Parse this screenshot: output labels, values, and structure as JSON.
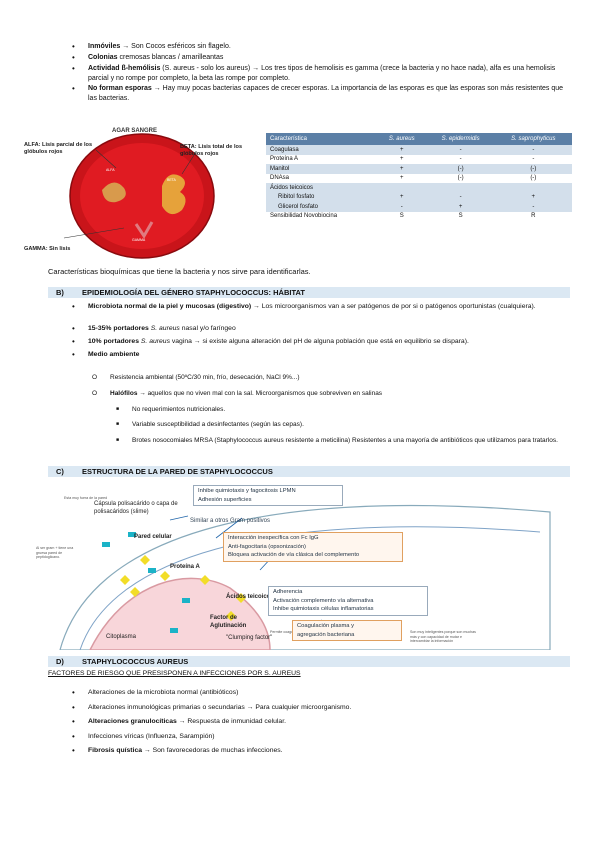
{
  "top_bullets": [
    {
      "bold": "Inmóviles",
      "rest": " → Son Cocos esféricos sin flagelo."
    },
    {
      "bold": "Colonias",
      "rest": " cremosas blancas / amarilleantas"
    },
    {
      "bold": "Actividad ß-hemólisis",
      "rest": " (S. aureus - solo los aureus) → Los tres tipos de hemolisis es gamma (crece la bacteria y no hace nada), alfa es una hemolisis parcial y no rompe por completo, la beta las rompe por completo."
    },
    {
      "bold": "No forman esporas",
      "rest": " → Hay muy pocas bacterias capaces de crecer esporas. La importancia de las esporas es que las esporas son más resistentes que las bacterias."
    }
  ],
  "agar": {
    "title": "AGAR SANGRE",
    "alfa": "ALFA: Lisis parcial de los glóbulos rojos",
    "beta": "BETA: Lisis total de los glóbulos rojos",
    "gamma": "GAMMA: Sin lisis",
    "small_alfa": "ALFA",
    "small_beta": "BETA",
    "small_gamma": "GAMMA"
  },
  "table": {
    "headers": [
      "Característica",
      "S. aureus",
      "S. epidermidis",
      "S. saprophyticus"
    ],
    "rows": [
      [
        "Coagulasa",
        "+",
        "-",
        "-"
      ],
      [
        "Proteína A",
        "+",
        "-",
        "-"
      ],
      [
        "Manitol",
        "+",
        "(-)",
        "(-)"
      ],
      [
        "DNAsa",
        "+",
        "(-)",
        "(-)"
      ],
      [
        "Ácidos teicoicos",
        "",
        "",
        ""
      ],
      [
        "Ribitol fosfato",
        "+",
        "-",
        "+"
      ],
      [
        "Glicerol fosfato",
        "-",
        "+",
        "-"
      ],
      [
        "Sensibilidad Novobiocina",
        "S",
        "S",
        "R"
      ]
    ]
  },
  "caption": "Características bioquímicas que tiene la bacteria y nos sirve para identificarlas.",
  "section_b": {
    "num": "B)",
    "title": "EPIDEMIOLOGÍA DEL GÉNERO STAPHYLOCOCCUS: HÁBITAT",
    "bullets": [
      {
        "bold": "Microbiota normal de la piel y mucosas (digestivo)",
        "rest": " → Los microorganismos van a ser patógenos de por si o patógenos oportunistas (cualquiera)."
      },
      {
        "bold": "15-35% portadores ",
        "ital": "S. aureus",
        "rest": " nasal y/o faríngeo"
      },
      {
        "bold": "10% portadores ",
        "ital": "S. aureus",
        "rest": " vagina → si existe alguna alteración del pH de alguna población que está en equilibrio se dispara)."
      },
      {
        "bold": "Medio ambiente",
        "rest": ""
      }
    ],
    "sub": [
      {
        "o": "O",
        "bold": "",
        "text": "Resistencia ambiental (50ºC/30 min, frío, desecación, NaCl 9%...)"
      },
      {
        "o": "O",
        "bold": "Halófilos",
        "text": " → aquellos que no viven mal con la sal. Microorganismos que sobreviven en salinas"
      }
    ],
    "sub2": [
      "No requerimientos nutricionales.",
      "Variable susceptibilidad a desinfectantes (según las cepas).",
      "Brotes nosocomiales MRSA (Staphylococcus aureus resistente a meticilina) Resistentes a una mayoría de antibióticos que utilizamos para tratarlos."
    ]
  },
  "section_c": {
    "num": "C)",
    "title": "ESTRUCTURA DE LA PARED DE STAPHYLOCOCCUS"
  },
  "diagram": {
    "note_top": "Esta muy fuera de la pared",
    "capsule": "Cápsula polisacárido o capa de polisacáridos (slime)",
    "capsule_box": [
      "Inhibe quimiotaxis y fagocitosis LPMN",
      "Adhesión superficies"
    ],
    "pared": "Pared celular",
    "similar": "Similar a otros Gram positivos",
    "note_left": "Al ser gram + tiene una gruesa pared de peptidoglicano.",
    "proteina": "Proteína A",
    "proteina_box": [
      "Interacción inespecífica con Fc IgG",
      "Anti-fagocitaria (opsonización)",
      "Bloquea activación de vía clásica del complemento"
    ],
    "teicoicos": "Ácidos teicoicos",
    "teicoicos_box": [
      "Adherencia",
      "Activación complemento vía alternativa",
      "Inhibe quimiotaxis células inflamatorias"
    ],
    "factor": "Factor de Aglutinación",
    "permite": "Permite coagular el plasma del conejo",
    "clumping": "\"Clumping factor\"",
    "factor_box": [
      "Coagulación plasma y",
      "agregación bacteriana"
    ],
    "citoplasma": "Citoplasma",
    "note_right": "Son muy inteligentes porque son muchas más y con capacidad de mutar e intercambiar la información"
  },
  "section_d": {
    "num": "D)",
    "title": "STAPHYLOCOCCUS AUREUS",
    "subtitle": "FACTORES DE RIESGO QUE PRESISPONEN A INFECCIONES POR S. AUREUS",
    "bullets": [
      {
        "bold": "",
        "rest": "Alteraciones de la microbiota normal (antibióticos)"
      },
      {
        "bold": "",
        "rest": "Alteraciones inmunológicas primarias o secundarias → Para cualquier microorganismo."
      },
      {
        "bold": "Alteraciones granulocíticas",
        "rest": " → Respuesta de inmunidad celular."
      },
      {
        "bold": "",
        "rest": "Infecciones víricas (Influenza, Sarampión)"
      },
      {
        "bold": "Fibrosis quística",
        "rest": " → Son favorecedoras de muchas infecciones."
      }
    ]
  }
}
